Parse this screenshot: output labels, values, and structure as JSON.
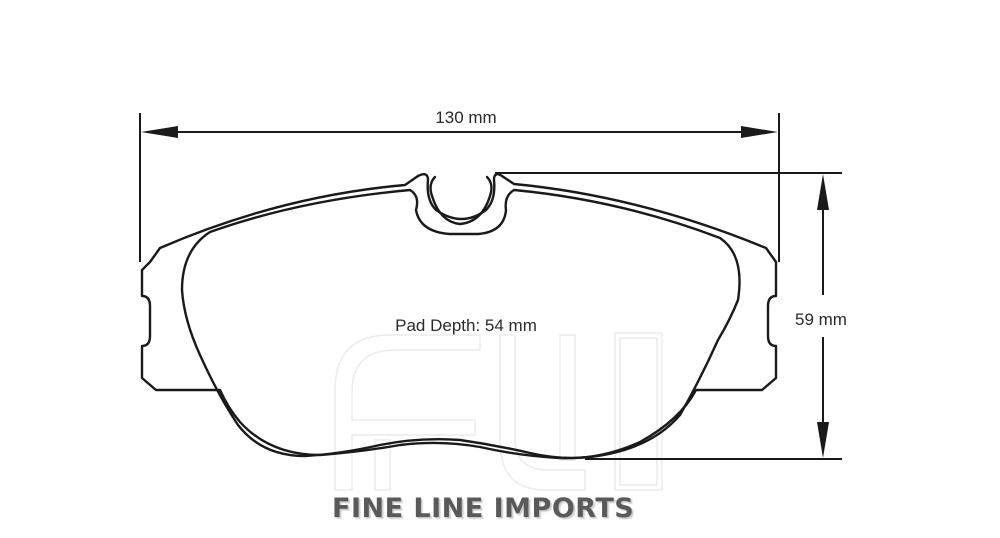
{
  "diagram": {
    "type": "technical-drawing",
    "subject": "brake pad outline",
    "dimensions": {
      "width_label": "130 mm",
      "height_label": "59 mm",
      "depth_label": "Pad Depth: 54 mm"
    },
    "watermark": "FLI",
    "logo": {
      "text": "FINE LINE IMPORTS"
    },
    "colors": {
      "line": "#1a1a1a",
      "text": "#2a2a2a",
      "logo": "#5a5a5a",
      "watermark": "#eeeeee",
      "background": "#ffffff"
    }
  }
}
